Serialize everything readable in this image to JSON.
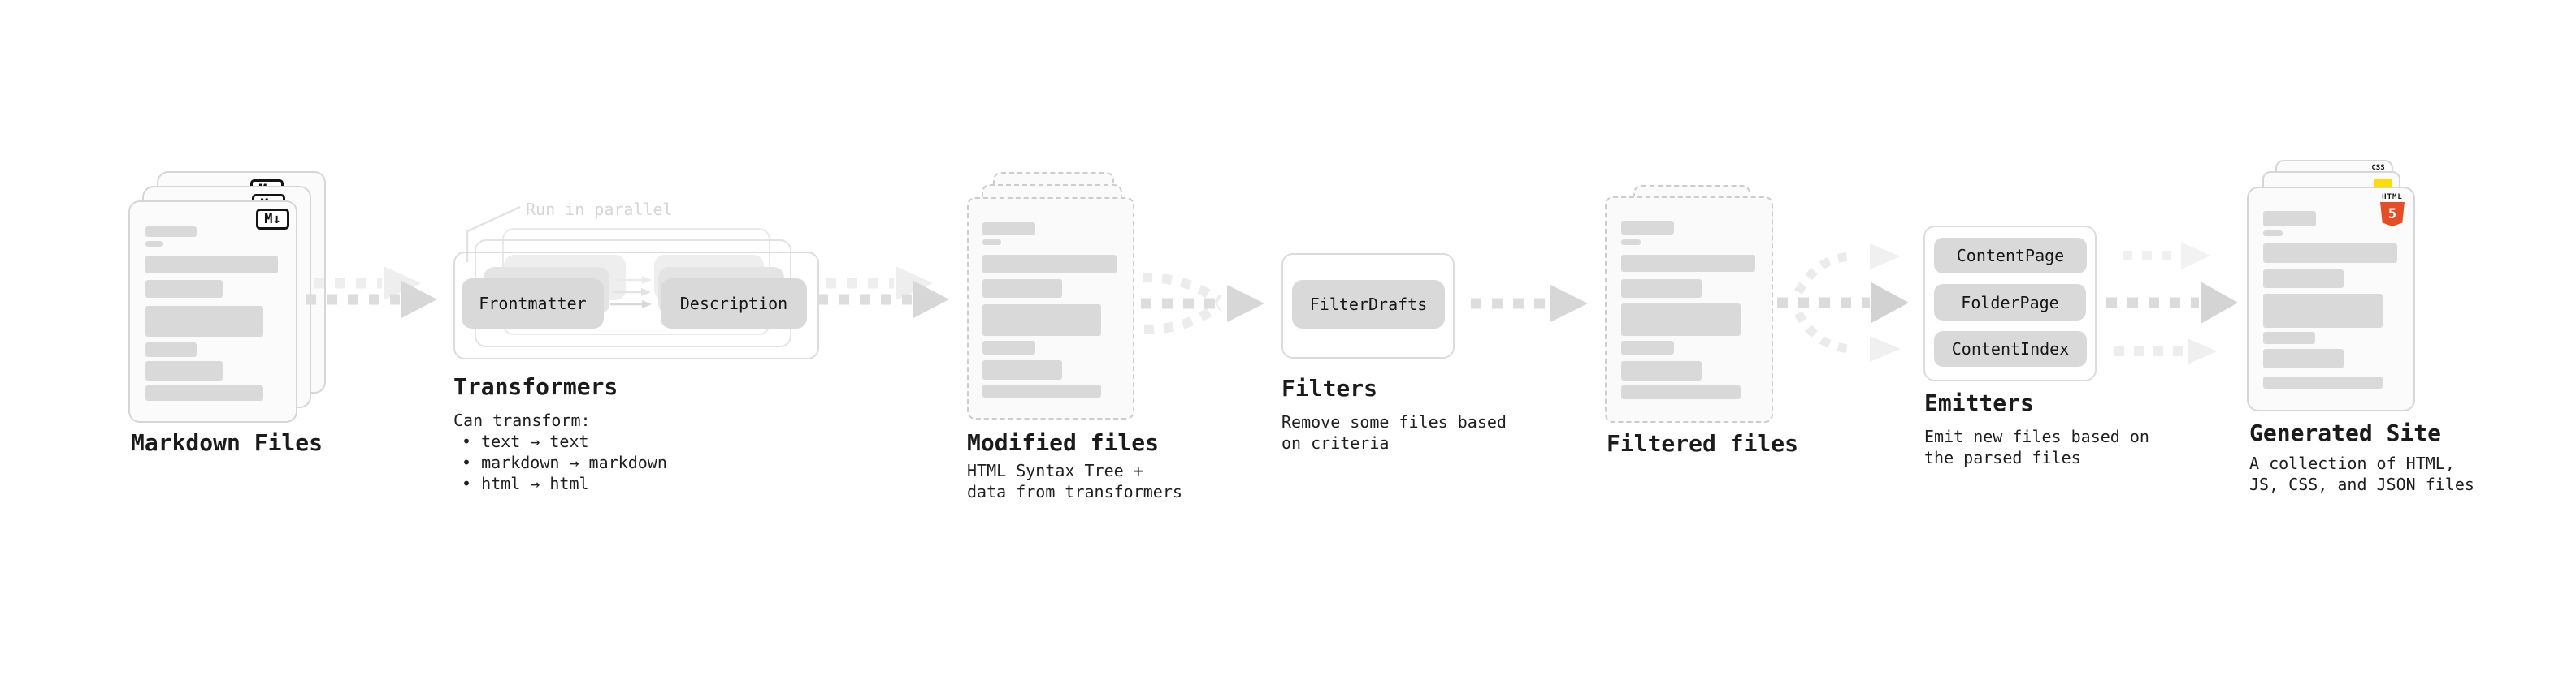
{
  "colors": {
    "accent_html5": "#e44d26",
    "accent_js": "#ffdd00",
    "accent_css": "#2965f1"
  },
  "markdown_files": {
    "badge": "M↓",
    "label": "Markdown Files"
  },
  "transformers": {
    "annotation": "Run in parallel",
    "frontmatter_label": "Frontmatter",
    "description_label": "Description",
    "label": "Transformers",
    "desc_title": "Can transform:",
    "bullet_1": "• text → text",
    "bullet_2": "• markdown → markdown",
    "bullet_3": "• html → html"
  },
  "modified_files": {
    "label": "Modified files",
    "desc_1": "HTML Syntax Tree +",
    "desc_2": "data from transformers"
  },
  "filters": {
    "filterdrafts_label": "FilterDrafts",
    "label": "Filters",
    "desc_1": "Remove some files based",
    "desc_2": "on criteria"
  },
  "filtered_files": {
    "label": "Filtered files"
  },
  "emitters": {
    "contentpage_label": "ContentPage",
    "folderpage_label": "FolderPage",
    "contentindex_label": "ContentIndex",
    "label": "Emitters",
    "desc_1": "Emit new files based on",
    "desc_2": "the parsed files"
  },
  "generated_site": {
    "css_badge": "CSS",
    "html_badge_word": "HTML",
    "html_badge_five": "5",
    "label": "Generated Site",
    "desc_1": "A collection of HTML,",
    "desc_2": "JS, CSS, and JSON files"
  }
}
